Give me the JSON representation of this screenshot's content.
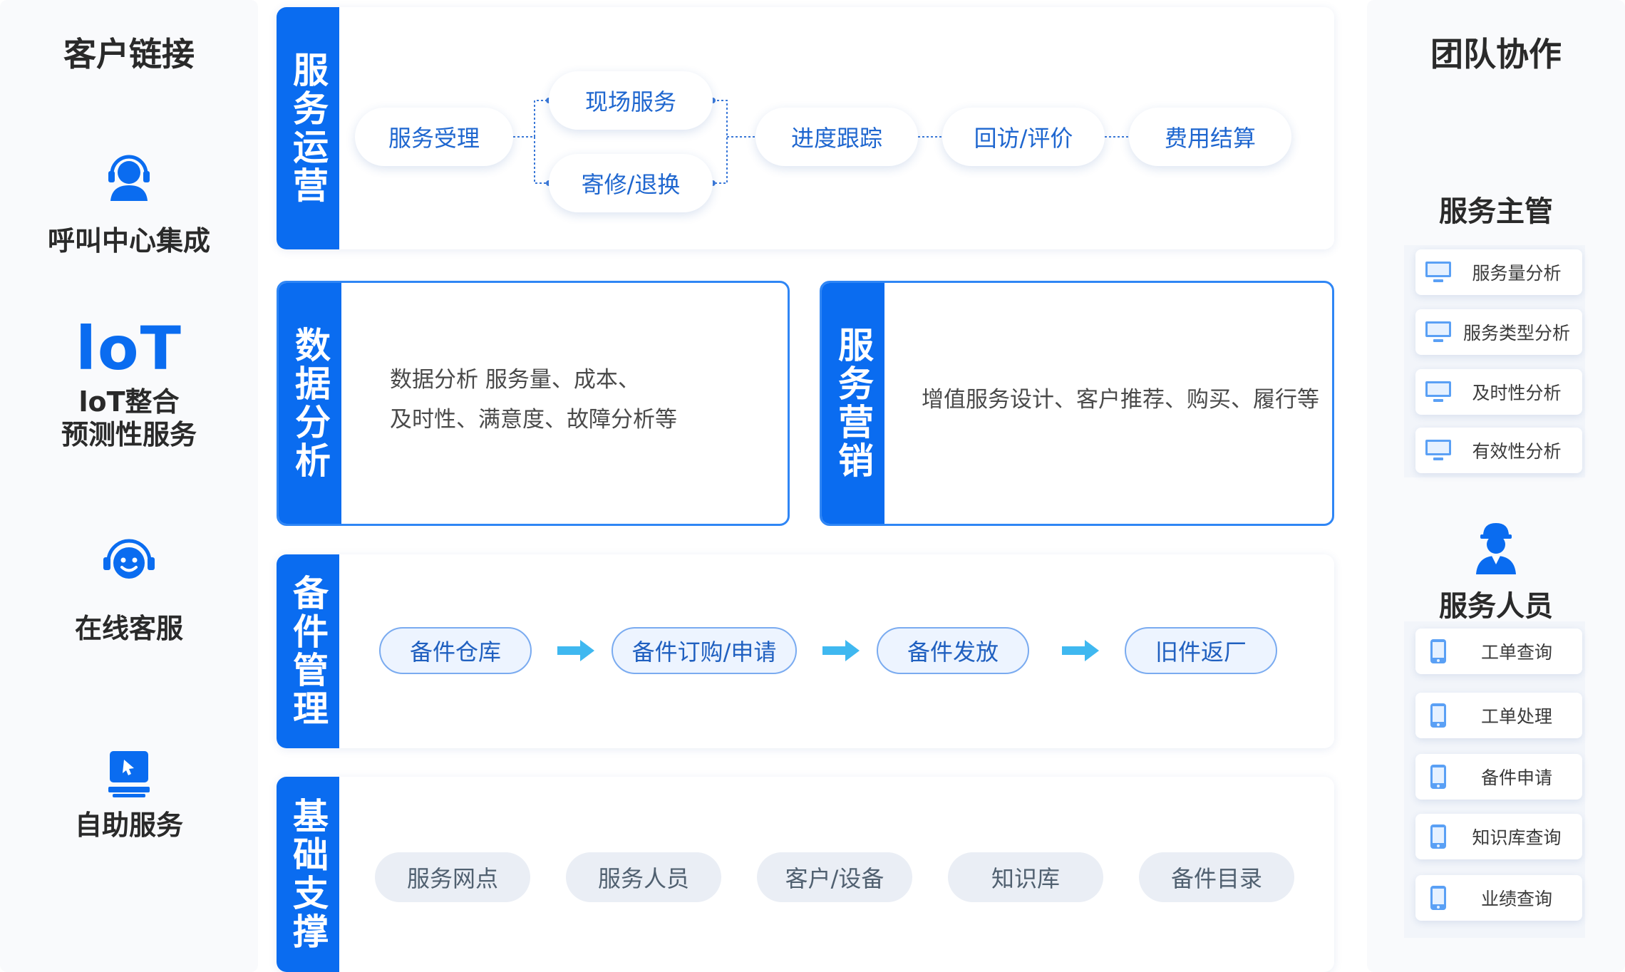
{
  "left": {
    "title": "客户链接",
    "items": [
      {
        "label": "呼叫中心集成",
        "icon": "headset-agent-icon"
      },
      {
        "logo": "loT",
        "label_line1": "loT整合",
        "label_line2": "预测性服务",
        "icon": "iot-logo"
      },
      {
        "label": "在线客服",
        "icon": "smiley-headset-icon"
      },
      {
        "label": "自助服务",
        "icon": "self-service-terminal-icon"
      }
    ]
  },
  "sections": {
    "ops": {
      "label": "服务运营",
      "nodes": {
        "accept": "服务受理",
        "onsite": "现场服务",
        "repair": "寄修/退换",
        "progress": "进度跟踪",
        "review": "回访/评价",
        "billing": "费用结算"
      }
    },
    "data": {
      "label": "数据分析",
      "line1": "数据分析 服务量、成本、",
      "line2": "及时性、满意度、故障分析等"
    },
    "marketing": {
      "label": "服务营销",
      "text": "增值服务设计、客户推荐、购买、履行等"
    },
    "parts": {
      "label": "备件管理",
      "steps": [
        "备件仓库",
        "备件订购/申请",
        "备件发放",
        "旧件返厂"
      ]
    },
    "base": {
      "label": "基础支撑",
      "items": [
        "服务网点",
        "服务人员",
        "客户/设备",
        "知识库",
        "备件目录"
      ]
    }
  },
  "right": {
    "title": "团队协作",
    "manager": {
      "title": "服务主管",
      "items": [
        "服务量分析",
        "服务类型分析",
        "及时性分析",
        "有效性分析"
      ],
      "icon": "monitor-icon"
    },
    "staff": {
      "title": "服务人员",
      "icon": "service-worker-icon",
      "items": [
        "工单查询",
        "工单处理",
        "备件申请",
        "知识库查询",
        "业绩查询"
      ],
      "item_icon": "mobile-phone-icon"
    }
  },
  "colors": {
    "primary": "#0a6cf0",
    "outline": "#2f86f5",
    "arrow": "#3fb8f0"
  }
}
